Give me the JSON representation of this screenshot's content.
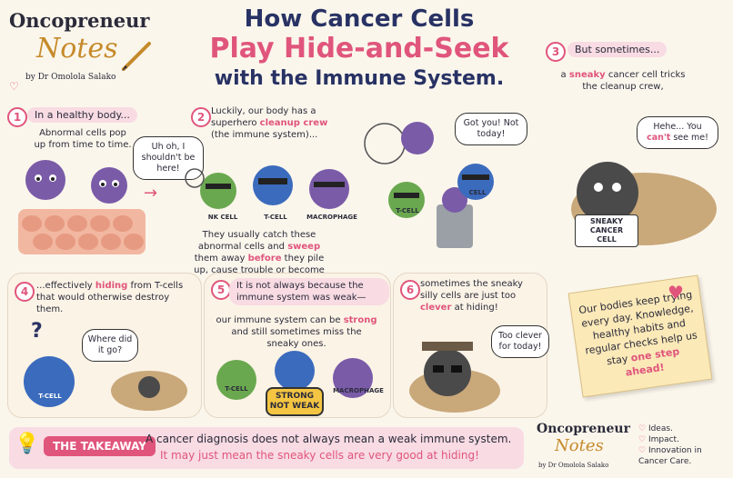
{
  "brand": {
    "name": "Oncopreneur",
    "notes": "Notes",
    "byline": "by Dr Omolola Salako"
  },
  "title": {
    "line1": "How Cancer Cells",
    "line2": "Play Hide-and-Seek",
    "line3": "with the Immune System."
  },
  "panels": {
    "p1": {
      "num": "1",
      "heading": "In a healthy body...",
      "text": "Abnormal cells pop up from time to time.",
      "bubble": "Uh oh, I shouldn't be here!"
    },
    "p2": {
      "num": "2",
      "heading_pre": "Luckily, our body has a superhero",
      "heading_em": "cleanup crew",
      "heading_post": "(the immune system)...",
      "labels": [
        "NK CELL",
        "T-CELL",
        "MACROPHAGE"
      ],
      "text_pre": "They usually catch these abnormal cells and",
      "text_em1": "sweep",
      "text_mid": "them away",
      "text_em2": "before",
      "text_post": "they pile up, cause trouble or become cancer cells.",
      "bubble": "Got you! Not today!",
      "tcell_label": "T-CELL",
      "cell_label": "CELL"
    },
    "p3": {
      "num": "3",
      "heading": "But sometimes...",
      "text_pre": "a",
      "text_em": "sneaky",
      "text_post": "cancer cell tricks the cleanup crew,",
      "bubble_pre": "Hehe... You",
      "bubble_em": "can't",
      "bubble_post": "see me!",
      "sign": "SNEAKY CANCER CELL"
    },
    "p4": {
      "num": "4",
      "heading_pre": "...effectively",
      "heading_em": "hiding",
      "heading_post": "from T-cells that would otherwise destroy them.",
      "question": "?",
      "bubble": "Where did it go?",
      "tcell_label": "T-CELL"
    },
    "p5": {
      "num": "5",
      "heading": "It is not always because the immune system was weak—",
      "text_pre": "our immune system can be",
      "text_em": "strong",
      "text_post": "and still sometimes miss the sneaky ones.",
      "shield": "STRONG NOT WEAK",
      "labels": [
        "T-CELL",
        "MACROPHAGE"
      ]
    },
    "p6": {
      "num": "6",
      "heading_pre": "sometimes the sneaky silly cells are just too",
      "heading_em": "clever",
      "heading_post": "at hiding!",
      "bubble": "Too clever for today!"
    }
  },
  "note": {
    "text_pre": "Our bodies keep trying every day. Knowledge, healthy habits and regular checks help us stay",
    "text_em": "one step ahead!"
  },
  "takeaway": {
    "tag": "THE TAKEAWAY",
    "line1": "A cancer diagnosis does not always mean a weak immune system.",
    "line2": "It may just mean the sneaky cells are very good at hiding!"
  },
  "footer": {
    "brand": "Oncopreneur",
    "notes": "Notes",
    "byline": "by Dr Omolola Salako",
    "items": [
      "Ideas.",
      "Impact.",
      "Innovation in Cancer Care."
    ]
  },
  "colors": {
    "accent": "#e0557c",
    "navy": "#283264",
    "gold": "#c58a2a",
    "cancer_cell": "#7a5ba8",
    "nk_cell": "#6aa84f",
    "t_cell": "#3b6bbd",
    "sneaky_cell": "#4a4a4a"
  }
}
